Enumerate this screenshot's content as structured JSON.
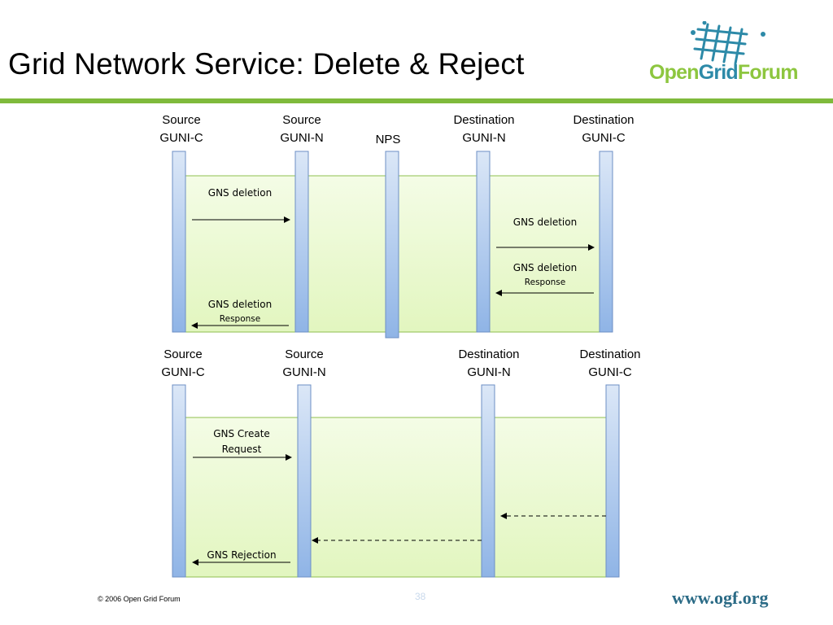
{
  "title": "Grid Network Service: Delete & Reject",
  "logo": {
    "open": "Open",
    "grid": "Grid",
    "forum": "Forum"
  },
  "colors": {
    "brand_green": "#7fba3c",
    "brand_blue": "#2d8aa8",
    "lane_fill": "#e8f8c8",
    "lifeline_fill": "#a9c8ee"
  },
  "delete_diagram": {
    "participants": [
      {
        "line1": "Source",
        "line2": "GUNI-C"
      },
      {
        "line1": "Source",
        "line2": "GUNI-N"
      },
      {
        "line1": "NPS",
        "line2": ""
      },
      {
        "line1": "Destination",
        "line2": "GUNI-N"
      },
      {
        "line1": "Destination",
        "line2": "GUNI-C"
      }
    ],
    "messages": [
      {
        "from": "Source GUNI-C",
        "to": "Source GUNI-N",
        "line1": "GNS deletion",
        "line2": "",
        "style": "solid"
      },
      {
        "from": "Destination GUNI-N",
        "to": "Destination GUNI-C",
        "line1": "GNS deletion",
        "line2": "",
        "style": "solid"
      },
      {
        "from": "Destination GUNI-C",
        "to": "Destination GUNI-N",
        "line1": "GNS deletion",
        "line2": "Response",
        "style": "solid"
      },
      {
        "from": "Source GUNI-N",
        "to": "Source GUNI-C",
        "line1": "GNS deletion",
        "line2": "Response",
        "style": "solid"
      }
    ]
  },
  "reject_diagram": {
    "participants": [
      {
        "line1": "Source",
        "line2": "GUNI-C"
      },
      {
        "line1": "Source",
        "line2": "GUNI-N"
      },
      {
        "line1": "Destination",
        "line2": "GUNI-N"
      },
      {
        "line1": "Destination",
        "line2": "GUNI-C"
      }
    ],
    "messages": [
      {
        "from": "Source GUNI-C",
        "to": "Source GUNI-N",
        "line1": "GNS Create",
        "line2": "Request",
        "style": "solid"
      },
      {
        "from": "Destination GUNI-C",
        "to": "Destination GUNI-N",
        "line1": "",
        "line2": "",
        "style": "dashed"
      },
      {
        "from": "Destination GUNI-N",
        "to": "Source GUNI-N",
        "line1": "",
        "line2": "",
        "style": "dashed"
      },
      {
        "from": "Source GUNI-N",
        "to": "Source GUNI-C",
        "line1": "GNS Rejection",
        "line2": "",
        "style": "solid"
      }
    ]
  },
  "footer": {
    "copyright": "© 2006 Open Grid Forum",
    "page_number": "38",
    "url": "www.ogf.org"
  }
}
